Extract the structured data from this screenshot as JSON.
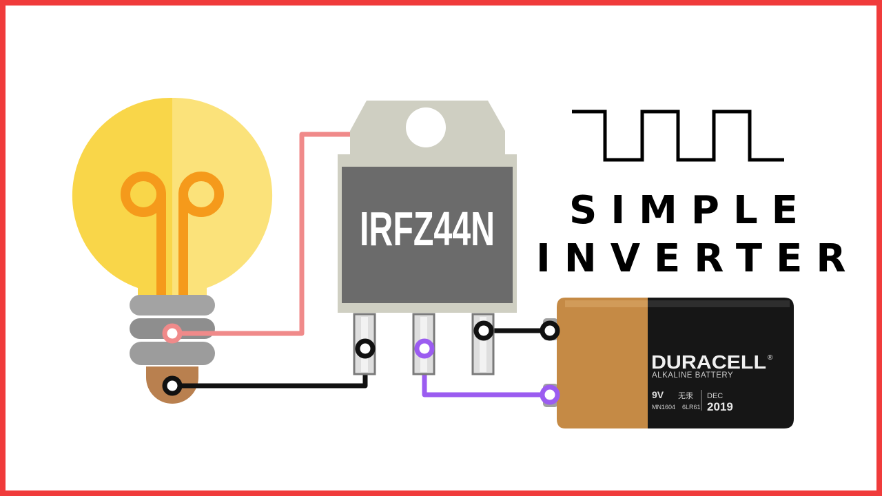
{
  "title": {
    "line1": "SIMPLE",
    "line2": "INVERTER"
  },
  "mosfet": {
    "label": "IRFZ44N"
  },
  "battery": {
    "brand": "DURACELL",
    "type": "ALKALINE BATTERY",
    "voltage": "9V",
    "cjk": "无汞",
    "model": "MN1604",
    "code": "6LR61",
    "date_month": "DEC",
    "date_year": "2019",
    "trademark": "®"
  },
  "colors": {
    "border": "#f03b3b",
    "bulb_glass_left": "#f9d649",
    "bulb_glass_right": "#fbe27a",
    "filament": "#f59a1b",
    "base": "#9c9c9c",
    "tip": "#b9804f",
    "wire_gate": "#f08a8a",
    "wire_ground": "#111111",
    "wire_drain": "#9b5cf0",
    "mosfet_tab": "#cfcfc2",
    "mosfet_body": "#6b6b6b",
    "battery_copper": "#c58a45",
    "battery_black": "#161616"
  },
  "waveform": {
    "kind": "square wave",
    "cycles": 3
  }
}
